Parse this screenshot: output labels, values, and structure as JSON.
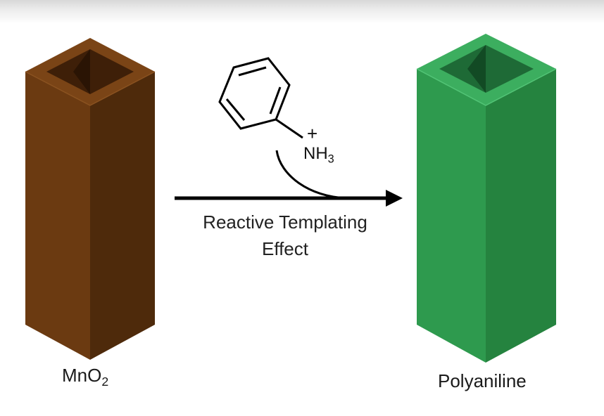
{
  "left_block": {
    "label_main": "MnO",
    "label_sub": "2",
    "color": "#6a3a12"
  },
  "right_block": {
    "label": "Polyaniline",
    "color": "#2e9a4e"
  },
  "reaction": {
    "caption_line1": "Reactive Templating",
    "caption_line2": "Effect",
    "reagent_charge": "+",
    "reagent_group_main": "NH",
    "reagent_group_sub": "3"
  }
}
